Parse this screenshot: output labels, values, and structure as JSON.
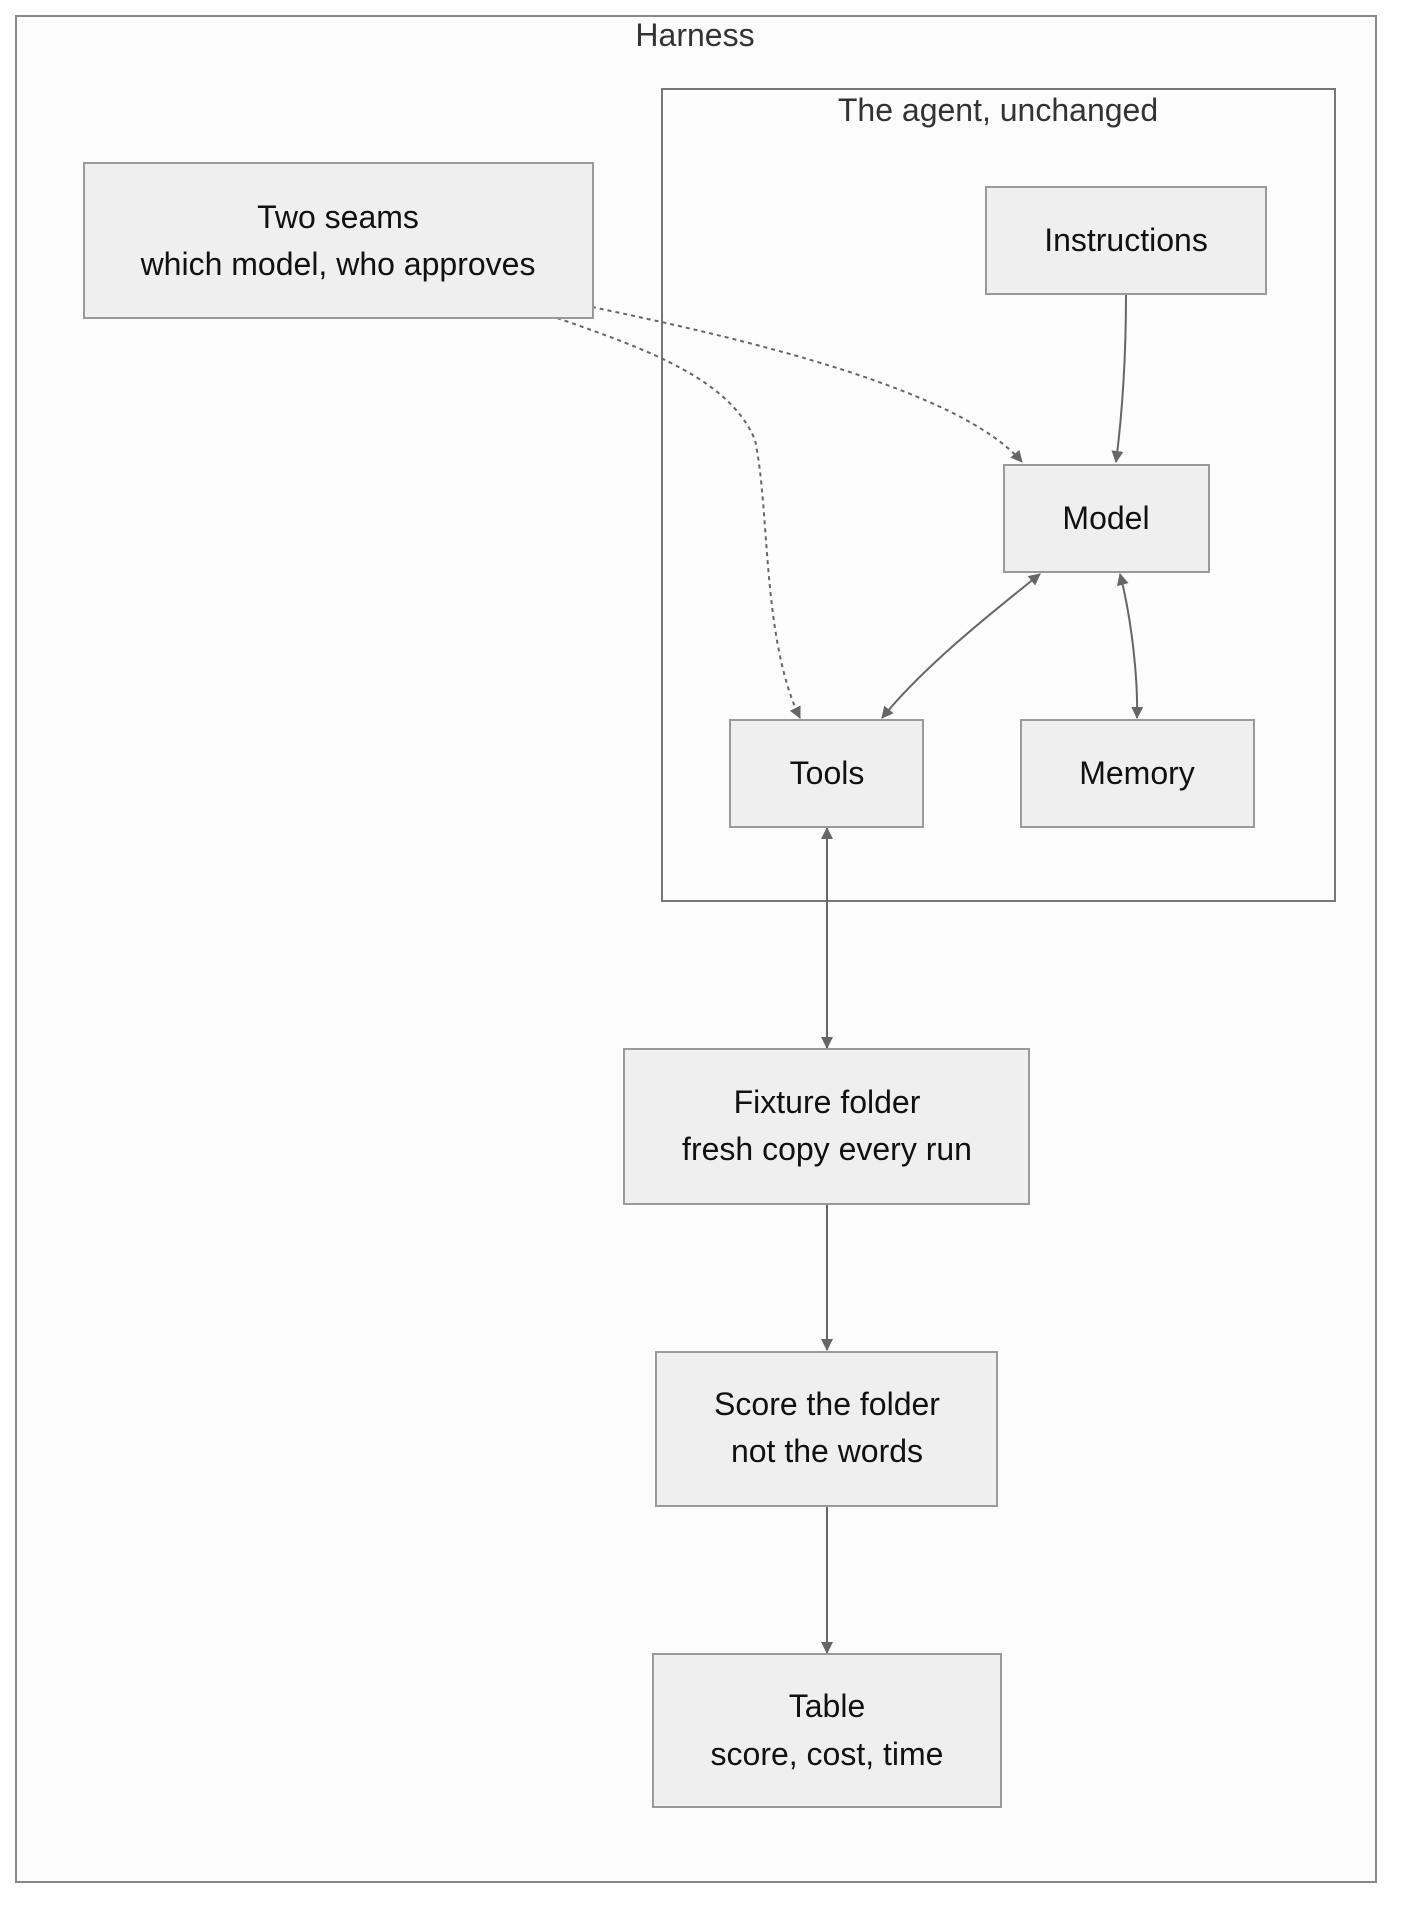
{
  "harness": {
    "label": "Harness"
  },
  "agent": {
    "label": "The agent, unchanged"
  },
  "nodes": {
    "two_seams": {
      "line1": "Two seams",
      "line2": "which model, who approves"
    },
    "instructions": {
      "line1": "Instructions"
    },
    "model": {
      "line1": "Model"
    },
    "tools": {
      "line1": "Tools"
    },
    "memory": {
      "line1": "Memory"
    },
    "fixture": {
      "line1": "Fixture folder",
      "line2": "fresh copy every run"
    },
    "score": {
      "line1": "Score the folder",
      "line2": "not the words"
    },
    "table": {
      "line1": "Table",
      "line2": "score, cost, time"
    }
  },
  "edges": [
    {
      "from": "Instructions",
      "to": "Model",
      "style": "solid",
      "direction": "forward"
    },
    {
      "from": "Model",
      "to": "Tools",
      "style": "solid",
      "direction": "both"
    },
    {
      "from": "Model",
      "to": "Memory",
      "style": "solid",
      "direction": "both"
    },
    {
      "from": "Two seams",
      "to": "Model",
      "style": "dashed",
      "direction": "forward"
    },
    {
      "from": "Two seams",
      "to": "Tools",
      "style": "dashed",
      "direction": "forward"
    },
    {
      "from": "Tools",
      "to": "Fixture folder",
      "style": "solid",
      "direction": "both"
    },
    {
      "from": "Fixture folder",
      "to": "Score the folder",
      "style": "solid",
      "direction": "forward"
    },
    {
      "from": "Score the folder",
      "to": "Table",
      "style": "solid",
      "direction": "forward"
    }
  ],
  "colors": {
    "node_fill": "#efefef",
    "node_stroke": "#9a9a9a",
    "edge": "#666666",
    "cluster_fill": "#fcfcfc"
  }
}
